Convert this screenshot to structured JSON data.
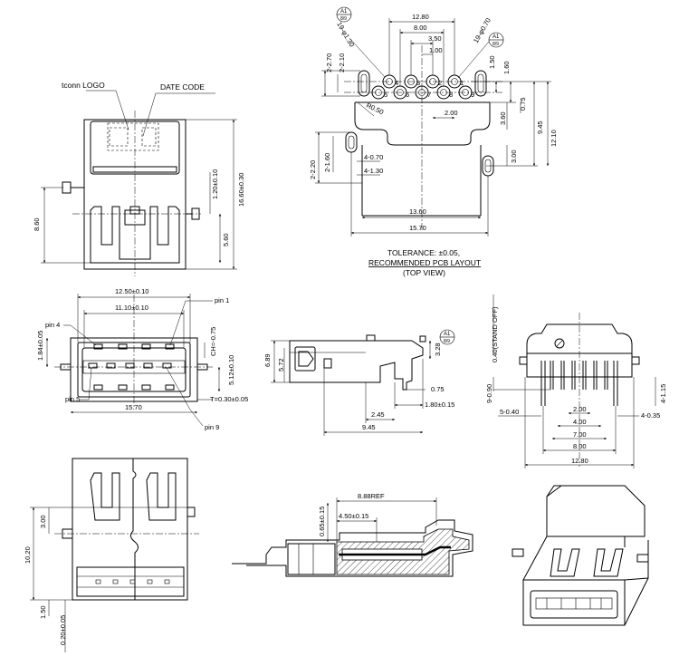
{
  "labels": {
    "tconn_logo": "tconn LOGO",
    "date_code": "DATE CODE",
    "tolerance": "TOLERANCE: ±0.05,",
    "recommended": "RECOMMENDED PCB LAYOUT",
    "top_view": "(TOP VIEW)",
    "pin1": "pin 1",
    "pin4": "pin 4",
    "pin5": "pin 5",
    "pin9": "pin 9",
    "datum": "A1",
    "datum_sub": "8/9"
  },
  "front_view": {
    "d_1660": "16.60±0.30",
    "d_120": "1.20±0.10",
    "d_860": "8.60",
    "d_560": "5.60"
  },
  "pcb_layout": {
    "d_1280": "12.80",
    "d_800": "8.00",
    "d_350": "3.50",
    "d_100": "1.00",
    "d_19_130": "19-φ1.30",
    "d_19_070": "19-φ0.70",
    "d_2_270": "2-2.70",
    "d_2_210": "2-2.10",
    "d_150": "1.50",
    "d_160": "1.60",
    "d_075": "0.75",
    "d_360": "3.60",
    "d_945": "9.45",
    "d_1210": "12.10",
    "d_r050": "R0.50",
    "d_200": "2.00",
    "d_2_220": "2-2.20",
    "d_2_160": "2-1.60",
    "d_4_070": "4-0.70",
    "d_4_130": "4-1.30",
    "d_300": "3.00",
    "d_1360": "13.60",
    "d_1570": "15.70",
    "pins_top": [
      "4",
      "3",
      "2",
      "1"
    ],
    "pins_bottom": [
      "5",
      "6",
      "7",
      "8",
      "9"
    ]
  },
  "mating_view": {
    "d_1250": "12.50±0.10",
    "d_1110": "11.10±0.10",
    "d_184": "1.84±0.05",
    "d_ch": "CH=-0.75",
    "d_512": "5.12±0.10",
    "d_t": "T=0.30±0.05",
    "d_1570": "15.70"
  },
  "side_view": {
    "d_689": "6.89",
    "d_572": "5.72",
    "d_328": "3.28",
    "d_075": "0.75",
    "d_180": "1.80±0.15",
    "d_245": "2.45",
    "d_945": "9.45"
  },
  "rear_view": {
    "d_040": "0.40(STAND OFF)",
    "d_9_090": "9-0.90",
    "d_5_040": "5-0.40",
    "d_4_115": "4-1.15",
    "d_4_035": "4-0.35",
    "d_200": "2.00",
    "d_400": "4.00",
    "d_700": "7.00",
    "d_800": "8.00",
    "d_1280": "12.80"
  },
  "bottom_view": {
    "d_300": "3.00",
    "d_1020": "10.20",
    "d_150": "1.50",
    "d_020": "0.20±0.05"
  },
  "section_view": {
    "d_888": "8.88REF",
    "d_450": "4.50±0.15",
    "d_065": "0.65±0.15"
  }
}
